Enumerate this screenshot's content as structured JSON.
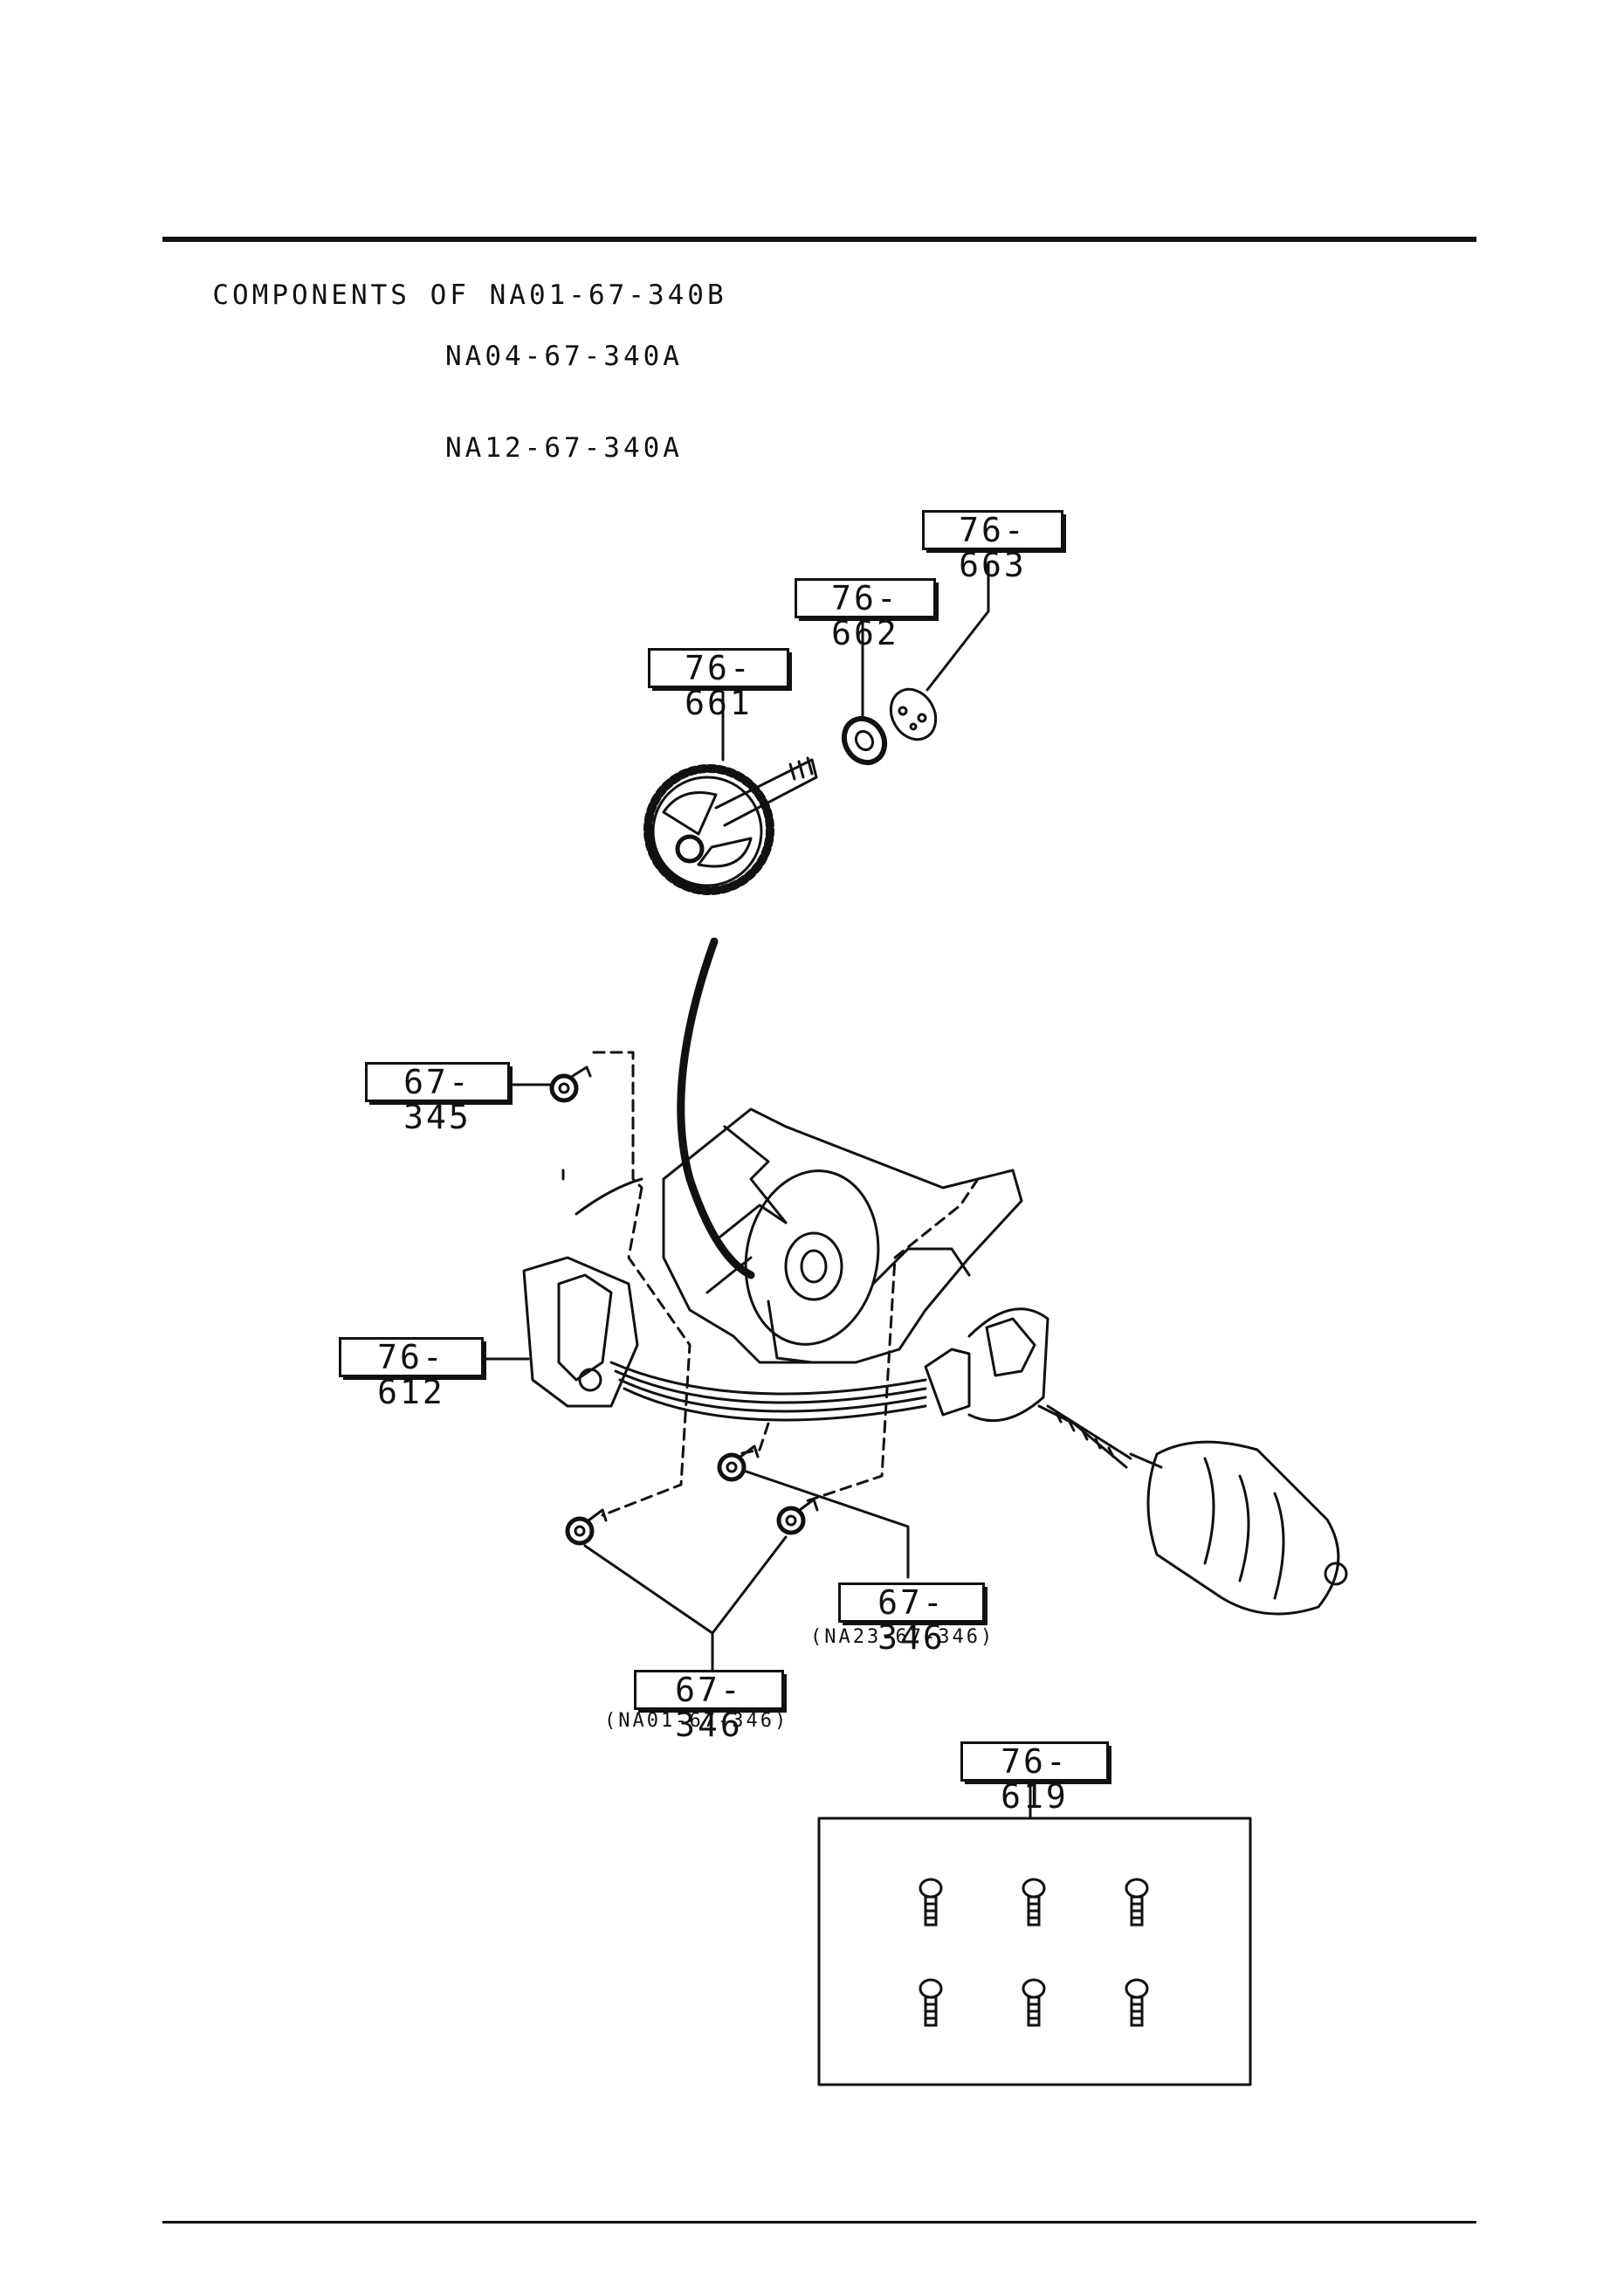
{
  "header": {
    "prefix": "COMPONENTS OF",
    "part_numbers": [
      "NA01-67-340B",
      "NA04-67-340A",
      "NA12-67-340A"
    ]
  },
  "callouts": {
    "c76_663": "76-663",
    "c76_662": "76-662",
    "c76_661": "76-661",
    "c67_345": "67-345",
    "c76_612": "76-612",
    "c67_346_a": "67-346",
    "c67_346_a_note": "(NA23-67-346)",
    "c67_346_b": "67-346",
    "c67_346_b_note": "(NA01-67-346)",
    "c76_619": "76-619"
  }
}
